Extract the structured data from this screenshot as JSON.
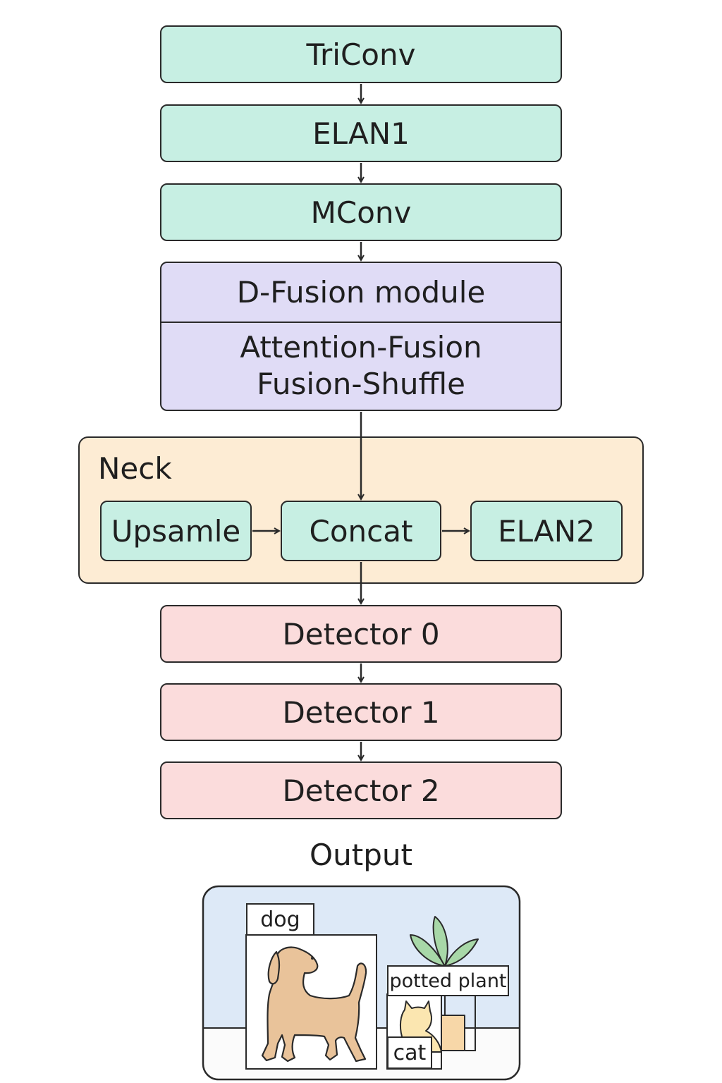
{
  "backbone": {
    "blocks": [
      "TriConv",
      "ELAN1",
      "MConv"
    ]
  },
  "fusion": {
    "title": "D-Fusion module",
    "line1": "Attention-Fusion",
    "line2": "Fusion-Shuffle"
  },
  "neck": {
    "title": "Neck",
    "upsample": "Upsamle",
    "concat": "Concat",
    "elan2": "ELAN2"
  },
  "detectors": [
    "Detector 0",
    "Detector 1",
    "Detector 2"
  ],
  "output": {
    "title": "Output",
    "labels": {
      "dog": "dog",
      "plant": "potted plant",
      "cat": "cat"
    }
  },
  "colors": {
    "green": "#c7efe3",
    "purple": "#e0dcf6",
    "neck": "#fdecd4",
    "pink": "#fbdcdc",
    "scene_sky": "#dde9f7",
    "dog": "#e9c39a"
  }
}
